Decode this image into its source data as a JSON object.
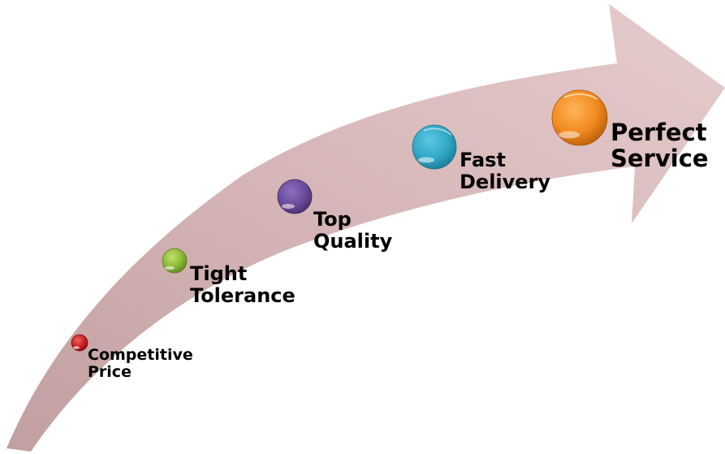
{
  "diagram": {
    "arrow_color": "#dcbcbd",
    "arrow_shadow": "#c4a2a4",
    "steps": [
      {
        "line1": "Competitive",
        "line2": "Price",
        "color": "#d62a2a",
        "icon": "red-sphere"
      },
      {
        "line1": "Tight",
        "line2": "Tolerance",
        "color": "#8ab834",
        "icon": "green-sphere"
      },
      {
        "line1": "Top",
        "line2": "Quality",
        "color": "#6a4b9a",
        "icon": "purple-sphere"
      },
      {
        "line1": "Fast",
        "line2": "Delivery",
        "color": "#2fa8c6",
        "icon": "blue-sphere"
      },
      {
        "line1": "Perfect",
        "line2": "Service",
        "color": "#f28a1e",
        "icon": "orange-sphere"
      }
    ]
  }
}
